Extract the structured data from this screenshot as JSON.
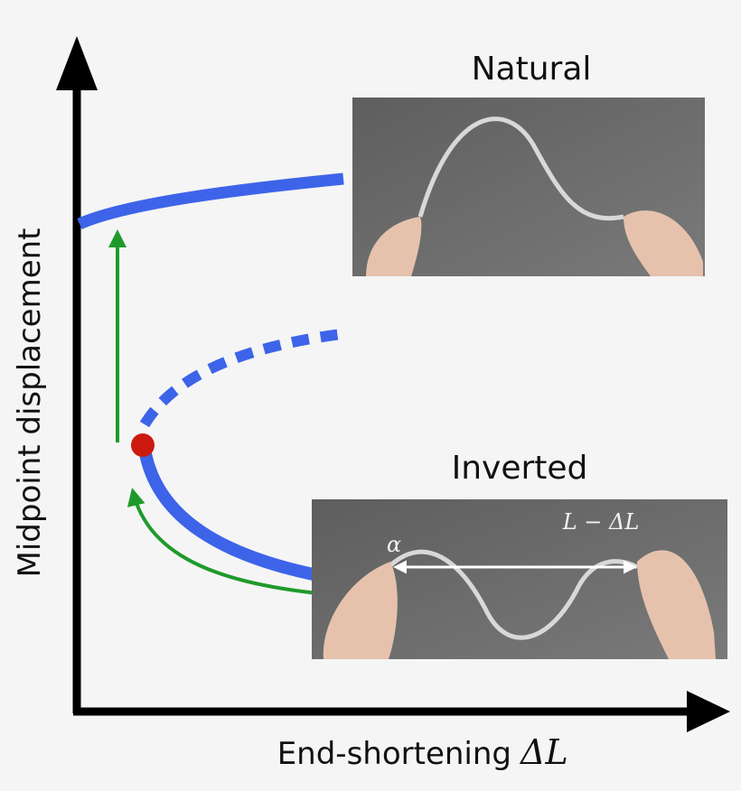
{
  "axes": {
    "y_label": "Midpoint displacement",
    "x_label": "End-shortening",
    "x_symbol": "ΔL"
  },
  "photos": {
    "natural": {
      "title": "Natural"
    },
    "inverted": {
      "title": "Inverted",
      "length_label": "L − ΔL",
      "angle_label": "α"
    }
  },
  "colors": {
    "branch": "#3d64e8",
    "path_arrow": "#1f9a2a",
    "fold_point": "#cc1a10",
    "axis": "#000000",
    "photo_bg": "#6e6e6e"
  }
}
